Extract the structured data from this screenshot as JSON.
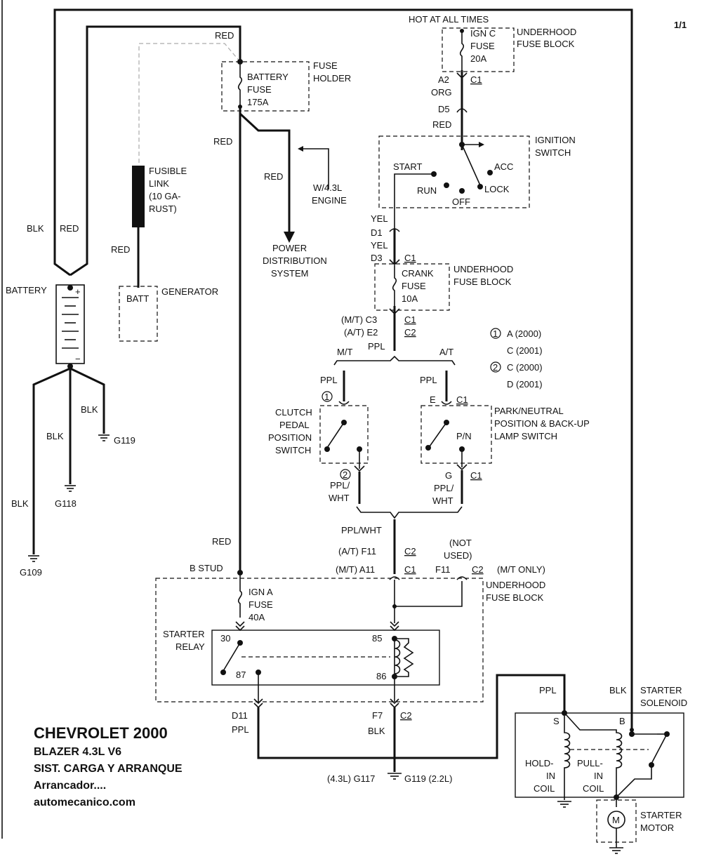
{
  "page_label": "1/1",
  "title": {
    "make": "CHEVROLET 2000",
    "model": "BLAZER  4.3L  V6",
    "system": "SIST. CARGA Y ARRANQUE",
    "component": "Arrancador....",
    "site": "automecanico.com"
  },
  "components": {
    "hot_at_all_times": "HOT AT ALL TIMES",
    "ign_c_fuse": [
      "IGN C",
      "FUSE",
      "20A"
    ],
    "underhood_fuse_block": [
      "UNDERHOOD",
      "FUSE BLOCK"
    ],
    "fuse_holder": [
      "FUSE",
      "HOLDER"
    ],
    "battery_fuse": [
      "BATTERY",
      "FUSE",
      "175A"
    ],
    "fusible_link": [
      "FUSIBLE",
      "LINK",
      "(10 GA-",
      "RUST)"
    ],
    "generator": "GENERATOR",
    "batt_terminal": "BATT",
    "battery": "BATTERY",
    "w43_engine": [
      "W/4.3L",
      "ENGINE"
    ],
    "power_distribution": [
      "POWER",
      "DISTRIBUTION",
      "SYSTEM"
    ],
    "ignition_switch": [
      "IGNITION",
      "SWITCH"
    ],
    "switch_positions": {
      "start": "START",
      "acc": "ACC",
      "run": "RUN",
      "lock": "LOCK",
      "off": "OFF"
    },
    "crank_fuse": [
      "CRANK",
      "FUSE",
      "10A"
    ],
    "clutch_switch": [
      "CLUTCH",
      "PEDAL",
      "POSITION",
      "SWITCH"
    ],
    "park_neutral_switch": [
      "PARK/NEUTRAL",
      "POSITION & BACK-UP",
      "LAMP SWITCH"
    ],
    "pn": "P/N",
    "mt": "M/T",
    "at": "A/T",
    "ign_a_fuse": [
      "IGN A",
      "FUSE",
      "40A"
    ],
    "starter_relay": [
      "STARTER",
      "RELAY"
    ],
    "relay_pins": {
      "p30": "30",
      "p87": "87",
      "p85": "85",
      "p86": "86"
    },
    "b_stud": "B STUD",
    "not_used": [
      "(NOT",
      "USED)"
    ],
    "mt_only": "(M/T ONLY)",
    "starter_solenoid": [
      "STARTER",
      "SOLENOID"
    ],
    "hold_in_coil": [
      "HOLD-",
      "IN",
      "COIL"
    ],
    "pull_in_coil": [
      "PULL-",
      "IN",
      "COIL"
    ],
    "starter_motor": [
      "STARTER",
      "MOTOR"
    ],
    "motor_symbol": "M",
    "terminal_s": "S",
    "terminal_b": "B"
  },
  "wires": {
    "red": "RED",
    "blk": "BLK",
    "org": "ORG",
    "yel": "YEL",
    "ppl": "PPL",
    "ppl_wht": "PPL/WHT",
    "ppl_slash": "PPL/",
    "wht": "WHT"
  },
  "connectors": {
    "a2": "A2",
    "c1": "C1",
    "c2": "C2",
    "d5": "D5",
    "d1": "D1",
    "d3": "D3",
    "c3_mt": "(M/T)  C3",
    "e2_at": "(A/T)  E2",
    "e": "E",
    "g": "G",
    "f11_at": "(A/T)   F11",
    "a11_mt": "(M/T)   A11",
    "f11": "F11",
    "d11": "D11",
    "f7": "F7"
  },
  "grounds": {
    "g119": "G119",
    "g118": "G118",
    "g109": "G109",
    "g117_43l": "(4.3L)  G117",
    "g119_22l": "G119  (2.2L)"
  },
  "legend": [
    {
      "num": "1",
      "items": [
        "A  (2000)",
        "C  (2001)"
      ]
    },
    {
      "num": "2",
      "items": [
        "C  (2000)",
        "D  (2001)"
      ]
    }
  ],
  "battery_polarity": {
    "pos": "+",
    "neg": "−"
  }
}
